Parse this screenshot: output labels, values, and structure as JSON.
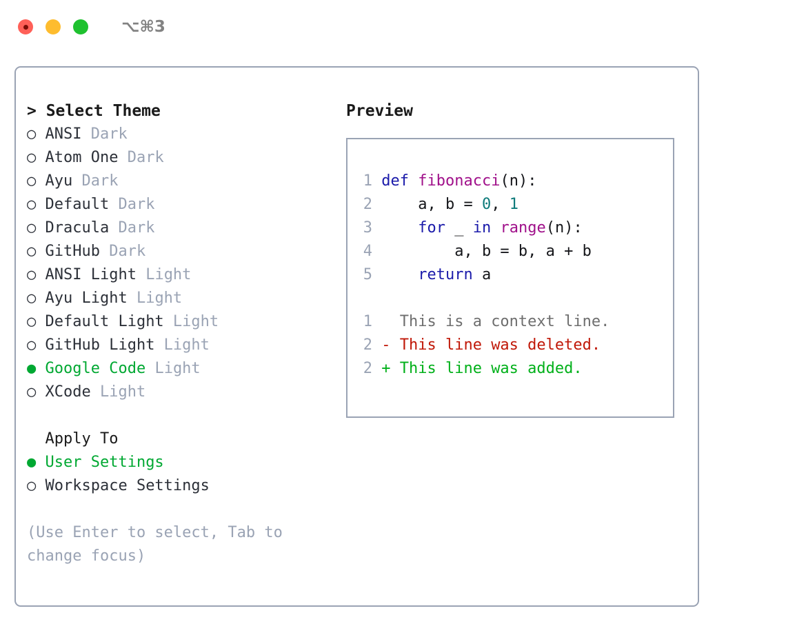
{
  "titlebar": {
    "shortcut": "⌥⌘3",
    "buttons": [
      {
        "name": "close",
        "color": "#ff6058"
      },
      {
        "name": "minimize",
        "color": "#febc2e"
      },
      {
        "name": "zoom",
        "color": "#1fc12f"
      }
    ]
  },
  "theme_picker": {
    "header": "> Select Theme",
    "selected_marker": "●",
    "unselected_marker": "○",
    "items": [
      {
        "marker": "○",
        "name": "ANSI",
        "variant": "Dark",
        "selected": false
      },
      {
        "marker": "○",
        "name": "Atom One",
        "variant": "Dark",
        "selected": false
      },
      {
        "marker": "○",
        "name": "Ayu",
        "variant": "Dark",
        "selected": false
      },
      {
        "marker": "○",
        "name": "Default",
        "variant": "Dark",
        "selected": false
      },
      {
        "marker": "○",
        "name": "Dracula",
        "variant": "Dark",
        "selected": false
      },
      {
        "marker": "○",
        "name": "GitHub",
        "variant": "Dark",
        "selected": false
      },
      {
        "marker": "○",
        "name": "ANSI Light",
        "variant": "Light",
        "selected": false
      },
      {
        "marker": "○",
        "name": "Ayu Light",
        "variant": "Light",
        "selected": false
      },
      {
        "marker": "○",
        "name": "Default Light",
        "variant": "Light",
        "selected": false
      },
      {
        "marker": "○",
        "name": "GitHub Light",
        "variant": "Light",
        "selected": false
      },
      {
        "marker": "●",
        "name": "Google Code",
        "variant": "Light",
        "selected": true
      },
      {
        "marker": "○",
        "name": "XCode",
        "variant": "Light",
        "selected": false
      }
    ]
  },
  "apply_to": {
    "title": "  Apply To",
    "options": [
      {
        "marker": "●",
        "label": "User Settings",
        "selected": true
      },
      {
        "marker": "○",
        "label": "Workspace Settings",
        "selected": false
      }
    ]
  },
  "hint": "(Use Enter to select, Tab to change focus)",
  "preview": {
    "title": "Preview",
    "code_lines": [
      {
        "lineno": "1",
        "tokens": [
          {
            "text": "def ",
            "cls": "kw"
          },
          {
            "text": "fibonacci",
            "cls": "fn"
          },
          {
            "text": "(n):",
            "cls": "plain"
          }
        ]
      },
      {
        "lineno": "2",
        "tokens": [
          {
            "text": "    a, b = ",
            "cls": "plain"
          },
          {
            "text": "0",
            "cls": "num"
          },
          {
            "text": ", ",
            "cls": "plain"
          },
          {
            "text": "1",
            "cls": "num"
          }
        ]
      },
      {
        "lineno": "3",
        "tokens": [
          {
            "text": "    ",
            "cls": "plain"
          },
          {
            "text": "for",
            "cls": "kw"
          },
          {
            "text": " _ ",
            "cls": "plain"
          },
          {
            "text": "in",
            "cls": "kw"
          },
          {
            "text": " ",
            "cls": "plain"
          },
          {
            "text": "range",
            "cls": "fn"
          },
          {
            "text": "(n):",
            "cls": "plain"
          }
        ]
      },
      {
        "lineno": "4",
        "tokens": [
          {
            "text": "        a, b = b, a + b",
            "cls": "plain"
          }
        ]
      },
      {
        "lineno": "5",
        "tokens": [
          {
            "text": "    ",
            "cls": "plain"
          },
          {
            "text": "return",
            "cls": "kw"
          },
          {
            "text": " a",
            "cls": "plain"
          }
        ]
      }
    ],
    "diff_lines": [
      {
        "lineno": "1",
        "text": "  This is a context line.",
        "cls": "ctx"
      },
      {
        "lineno": "2",
        "text": "- This line was deleted.",
        "cls": "del"
      },
      {
        "lineno": "2",
        "text": "+ This line was added.",
        "cls": "add"
      }
    ]
  },
  "colors": {
    "accent_green": "#00a832",
    "muted": "#9aa3b4",
    "border": "#9aa3b4",
    "keyword": "#1a1aaa",
    "function": "#a0108a",
    "number": "#0d7a7a",
    "text": "#15161a",
    "diff_context": "#6e6e6e",
    "diff_deleted": "#c01808",
    "diff_added": "#00b019"
  }
}
